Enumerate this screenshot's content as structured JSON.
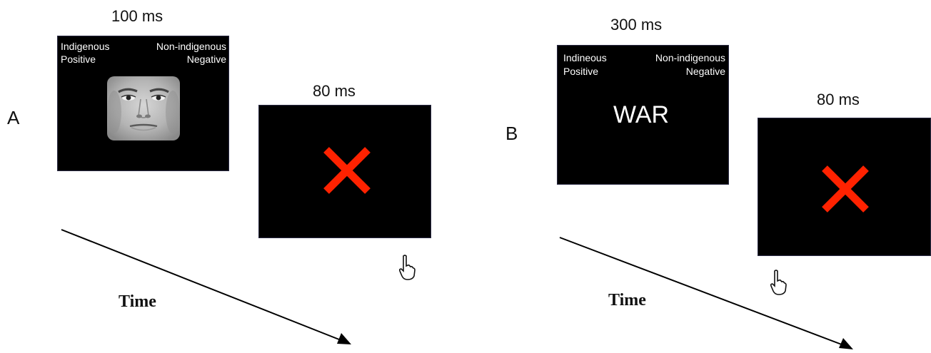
{
  "panel_a": {
    "letter": "A",
    "stimulus": {
      "duration": "100 ms",
      "label_top_left": "Indigenous",
      "label_bottom_left": "Positive",
      "label_top_right": "Non-indigenous",
      "label_bottom_right": "Negative",
      "content": "face photograph"
    },
    "feedback": {
      "duration": "80 ms",
      "icon": "red-x-icon"
    },
    "response_icon": "pointing-hand-icon",
    "time_label": "Time"
  },
  "panel_b": {
    "letter": "B",
    "stimulus": {
      "duration": "300 ms",
      "label_top_left": "Indineous",
      "label_bottom_left": "Positive",
      "label_top_right": "Non-indigenous",
      "label_bottom_right": "Negative",
      "word": "WAR"
    },
    "feedback": {
      "duration": "80 ms",
      "icon": "red-x-icon"
    },
    "response_icon": "pointing-hand-icon",
    "time_label": "Time"
  },
  "colors": {
    "screen": "#000000",
    "error_x": "#ff2200",
    "text_on_screen": "#ffffff"
  }
}
